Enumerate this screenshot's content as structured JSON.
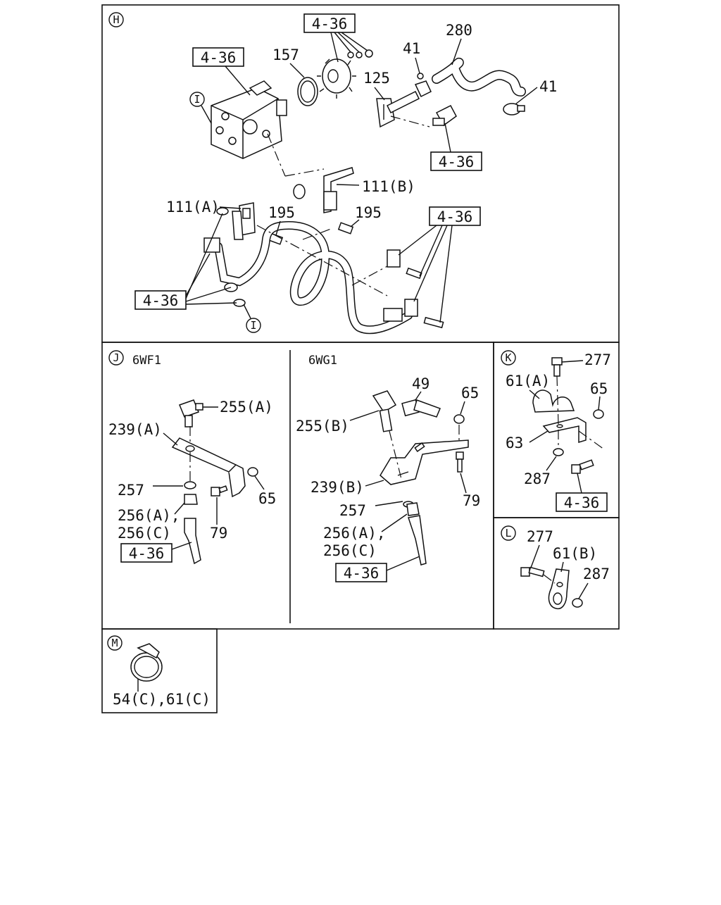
{
  "sections": {
    "H": "H",
    "J": "J",
    "K": "K",
    "L": "L",
    "M": "M",
    "I": "I"
  },
  "variants": {
    "j_left": "6WF1",
    "j_right": "6WG1"
  },
  "ref_code": "4-36",
  "labels": {
    "h_280": "280",
    "h_41a": "41",
    "h_41b": "41",
    "h_157": "157",
    "h_125": "125",
    "h_111b": "111(B)",
    "h_111a": "111(A)",
    "h_195a": "195",
    "h_195b": "195",
    "j_255a": "255(A)",
    "j_239a": "239(A)",
    "j_257a": "257",
    "j_65a": "65",
    "j_256a1": "256(A),",
    "j_256c1": "256(C)",
    "j_79a": "79",
    "j_49": "49",
    "j_65b": "65",
    "j_255b": "255(B)",
    "j_239b": "239(B)",
    "j_79b": "79",
    "j_257b": "257",
    "j_256a2": "256(A),",
    "j_256c2": "256(C)",
    "k_277": "277",
    "k_61a": "61(A)",
    "k_65": "65",
    "k_63": "63",
    "k_287": "287",
    "l_277": "277",
    "l_61b": "61(B)",
    "l_287": "287",
    "m_label": "54(C),61(C)"
  }
}
